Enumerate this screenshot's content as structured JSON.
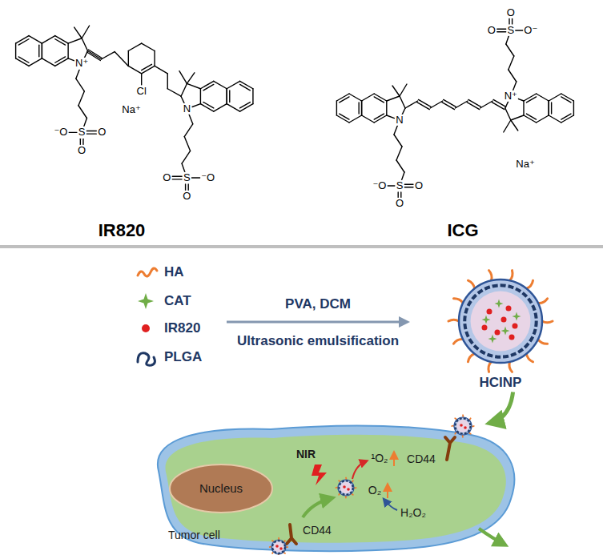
{
  "diagram": {
    "nodes": [
      {
        "text": [
          "HCINP"
        ]
      },
      {
        "text": [
          "Tumor cell"
        ]
      },
      {
        "text": [
          "Nucleus"
        ],
        "in": 1
      }
    ],
    "edges": [
      {
        "from": 0,
        "to": 1,
        "arrow": "to"
      }
    ],
    "labels": [
      "N⁺",
      "Cl",
      "N",
      "Na⁺",
      "⁻O",
      "S",
      "O",
      "O",
      "⁻O",
      "S",
      "O",
      "O",
      "IR820",
      "N",
      "N⁺",
      "Na⁺",
      "S",
      "O",
      "O",
      "O⁻",
      "⁻O",
      "S",
      "O",
      "O",
      "ICG",
      "PVA, DCM",
      "Ultrasonic emulsification",
      "NIR",
      "¹O₂",
      "O₂",
      "H₂O₂",
      "CD44",
      "CD44"
    ],
    "legend": [
      {
        "text": "HA"
      },
      {
        "text": "CAT"
      },
      {
        "text": "IR820"
      },
      {
        "text": "PLGA"
      }
    ]
  }
}
